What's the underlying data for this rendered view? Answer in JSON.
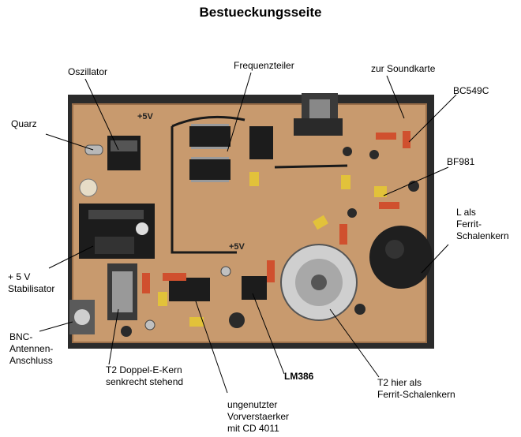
{
  "title": "Bestueckungsseite",
  "labels": {
    "oszillator": "Oszillator",
    "frequenzteiler": "Frequenzteiler",
    "soundkarte": "zur Soundkarte",
    "bc549c": "BC549C",
    "quarz": "Quarz",
    "bf981": "BF981",
    "ferrit_line1": "L als",
    "ferrit_line2": "Ferrit-",
    "ferrit_line3": "Schalenkern",
    "stab_line1": "+ 5 V",
    "stab_line2": "Stabilisator",
    "bnc_line1": "BNC-",
    "bnc_line2": "Antennen-",
    "bnc_line3": "Anschluss",
    "t2a_line1": "T2 Doppel-E-Kern",
    "t2a_line2": "senkrecht stehend",
    "lm386": "LM386",
    "vorv_line1": "ungenutzter",
    "vorv_line2": "Vorverstaerker",
    "vorv_line3": "mit CD 4011",
    "t2b_line1": "T2 hier als",
    "t2b_line2": "Ferrit-Schalenkern"
  },
  "board_annotations": {
    "plus5v_top": "+5V",
    "plus5v_mid": "+5V"
  },
  "colors": {
    "board": "#c89a6e",
    "board_border": "#2a2a2a",
    "ic": "#1c1c1c",
    "wire": "#1a1a1a"
  }
}
